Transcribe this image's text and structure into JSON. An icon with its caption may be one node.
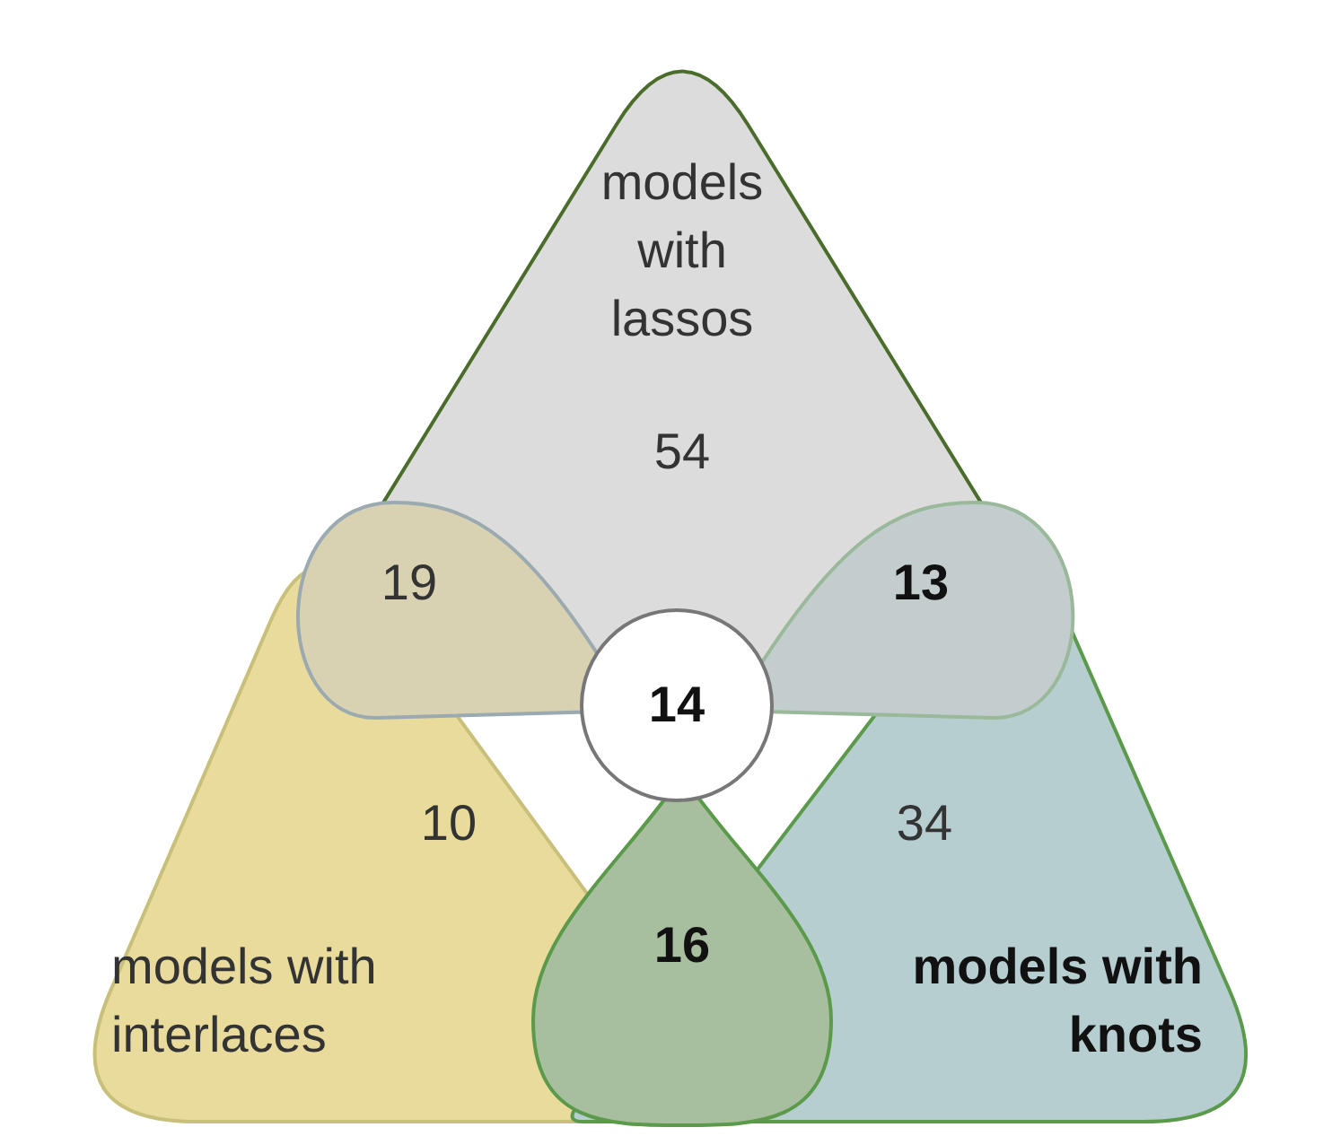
{
  "diagram": {
    "nodes": [
      {
        "text": [
          "models with lassos",
          "54"
        ]
      },
      {
        "text": [
          "19"
        ]
      },
      {
        "text": [
          "13"
        ]
      },
      {
        "text": [
          "14"
        ]
      },
      {
        "text": [
          "10",
          "models with interlaces"
        ]
      },
      {
        "text": [
          "34",
          "models with knots"
        ]
      },
      {
        "text": [
          "16"
        ]
      }
    ],
    "edges": []
  }
}
